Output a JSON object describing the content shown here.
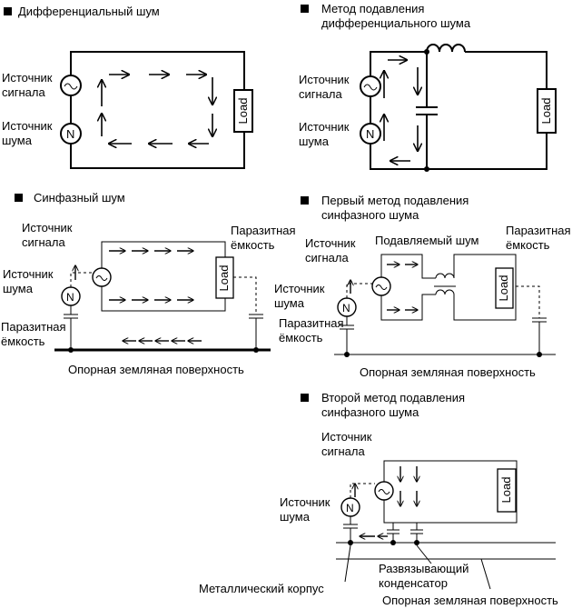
{
  "sections": {
    "s1": {
      "title": "Дифференциальный шум",
      "signal_source": [
        "Источник",
        "сигнала"
      ],
      "noise_source": [
        "Источник",
        "шума"
      ],
      "load": "Load"
    },
    "s2": {
      "title": [
        "Метод подавления",
        "дифференциального шума"
      ],
      "signal_source": [
        "Источник",
        "сигнала"
      ],
      "noise_source": [
        "Источник",
        "шума"
      ],
      "load": "Load"
    },
    "s3": {
      "title": "Синфазный шум",
      "signal_source": [
        "Источник",
        "сигнала"
      ],
      "noise_source": [
        "Источник",
        "шума"
      ],
      "parasitic_right": [
        "Паразитная",
        "ёмкость"
      ],
      "parasitic_left": [
        "Паразитная",
        "ёмкость"
      ],
      "ground": "Опорная земляная поверхность",
      "load": "Load"
    },
    "s4": {
      "title": [
        "Первый метод подавления",
        "синфазного шума"
      ],
      "suppressed": "Подавляемый шум",
      "signal_source": [
        "Источник",
        "сигнала"
      ],
      "noise_source": [
        "Источник",
        "шума"
      ],
      "parasitic_right": [
        "Паразитная",
        "ёмкость"
      ],
      "parasitic_left": [
        "Паразитная",
        "ёмкость"
      ],
      "ground": "Опорная земляная поверхность",
      "load": "Load"
    },
    "s5": {
      "title": [
        "Второй метод подавления",
        "синфазного шума"
      ],
      "signal_source": [
        "Источник",
        "сигнала"
      ],
      "noise_source": [
        "Источник",
        "шума"
      ],
      "decoupling": [
        "Развязывающий",
        "конденсатор"
      ],
      "chassis": "Металлический корпус",
      "ground": "Опорная земляная поверхность",
      "load": "Load"
    }
  }
}
